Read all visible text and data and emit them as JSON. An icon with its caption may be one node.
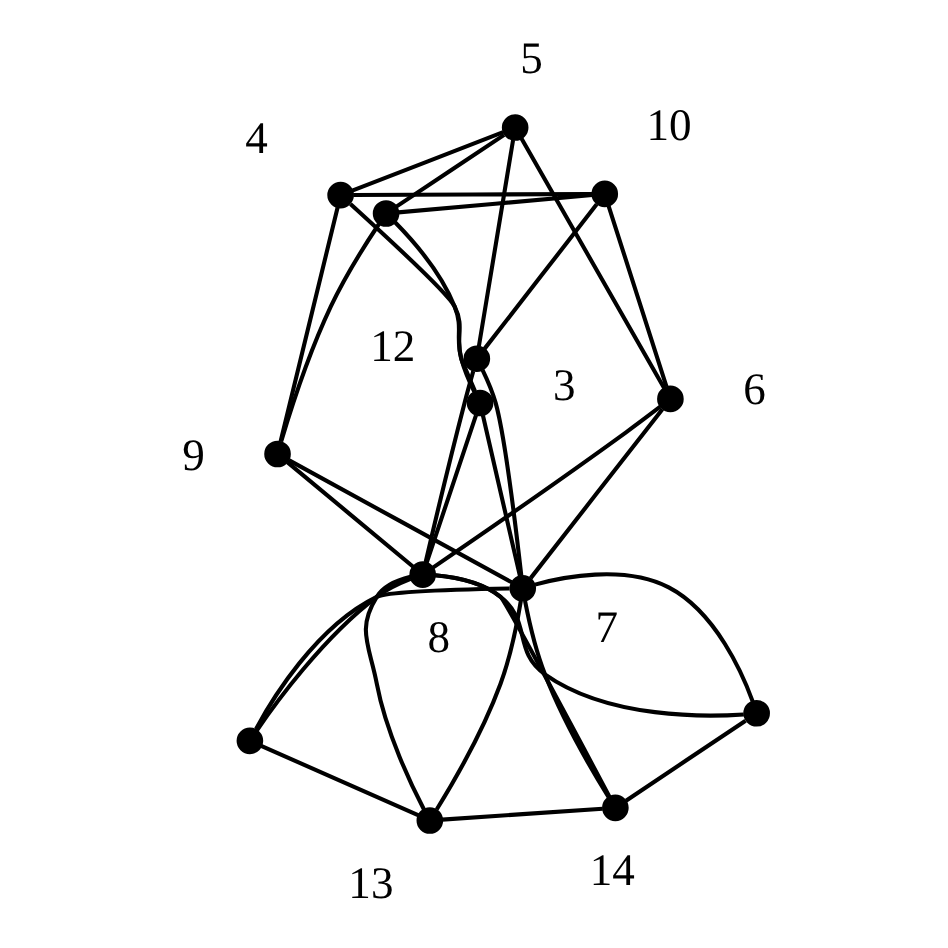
{
  "diagram": {
    "nodes": [
      {
        "text": [],
        "shape": "circle"
      },
      {
        "text": [],
        "shape": "circle"
      },
      {
        "text": [],
        "shape": "circle",
        "beside": [
          "14"
        ]
      },
      {
        "text": [],
        "shape": "circle",
        "beside": [
          "13"
        ]
      },
      {
        "text": [],
        "shape": "circle",
        "beside": [
          "8"
        ]
      },
      {
        "text": [],
        "shape": "circle",
        "beside": [
          "7"
        ]
      },
      {
        "text": [],
        "shape": "circle",
        "beside": [
          "12"
        ]
      },
      {
        "text": [],
        "shape": "circle",
        "beside": [
          "6"
        ]
      },
      {
        "text": [],
        "shape": "circle",
        "beside": [
          "3"
        ]
      },
      {
        "text": [],
        "shape": "circle",
        "beside": [
          "9"
        ]
      },
      {
        "text": [],
        "shape": "circle",
        "beside": [
          "5"
        ]
      },
      {
        "text": [],
        "shape": "circle",
        "beside": [
          "4"
        ]
      },
      {
        "text": [],
        "shape": "circle",
        "beside": [
          "10"
        ]
      },
      {
        "text": [],
        "shape": "circle"
      }
    ],
    "edges": [
      {
        "from": 0,
        "to": 4,
        "arrow": "none"
      },
      {
        "from": 0,
        "to": 5,
        "arrow": "none"
      },
      {
        "from": 0,
        "to": 3,
        "arrow": "none"
      },
      {
        "from": 1,
        "to": 2,
        "arrow": "none"
      },
      {
        "from": 1,
        "to": 4,
        "arrow": "none"
      },
      {
        "from": 1,
        "to": 5,
        "arrow": "none"
      },
      {
        "from": 2,
        "to": 3,
        "arrow": "none"
      },
      {
        "from": 2,
        "to": 4,
        "arrow": "none"
      },
      {
        "from": 2,
        "to": 5,
        "arrow": "none"
      },
      {
        "from": 5,
        "to": 8,
        "arrow": "none"
      },
      {
        "from": 4,
        "to": 8,
        "arrow": "none"
      },
      {
        "from": 4,
        "to": 9,
        "arrow": "none"
      },
      {
        "from": 5,
        "to": 9,
        "arrow": "none"
      },
      {
        "from": 3,
        "to": 4,
        "arrow": "none"
      },
      {
        "from": 3,
        "to": 5,
        "arrow": "none"
      },
      {
        "from": 4,
        "to": 6,
        "arrow": "none"
      },
      {
        "from": 5,
        "to": 6,
        "arrow": "none"
      },
      {
        "from": 4,
        "to": 7,
        "arrow": "none"
      },
      {
        "from": 5,
        "to": 7,
        "arrow": "none"
      },
      {
        "from": 6,
        "to": 12,
        "arrow": "none"
      },
      {
        "from": 6,
        "to": 10,
        "arrow": "none"
      },
      {
        "from": 7,
        "to": 12,
        "arrow": "none"
      },
      {
        "from": 7,
        "to": 10,
        "arrow": "none"
      },
      {
        "from": 10,
        "to": 11,
        "arrow": "none"
      },
      {
        "from": 10,
        "to": 13,
        "arrow": "none"
      },
      {
        "from": 12,
        "to": 11,
        "arrow": "none"
      },
      {
        "from": 8,
        "to": 11,
        "arrow": "none"
      },
      {
        "from": 8,
        "to": 13,
        "arrow": "none"
      },
      {
        "from": 9,
        "to": 11,
        "arrow": "none"
      },
      {
        "from": 9,
        "to": 13,
        "arrow": "none"
      },
      {
        "from": 12,
        "to": 13,
        "arrow": "none"
      }
    ]
  }
}
